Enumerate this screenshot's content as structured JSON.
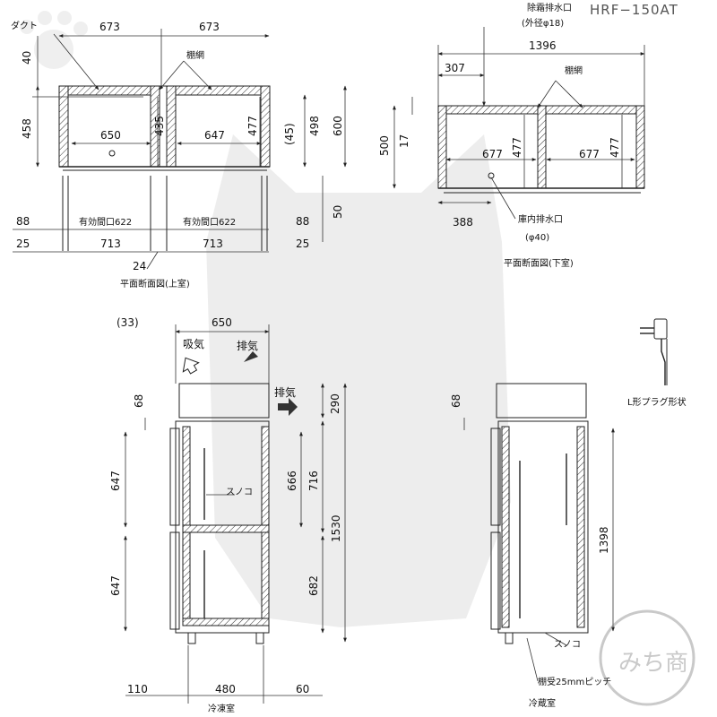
{
  "model": "HRF−150AT",
  "top_plan_upper": {
    "caption": "平面断面図(上室)",
    "duct": "ダクト",
    "shelf_net": "棚網",
    "dims": {
      "w_left": "673",
      "w_right": "673",
      "d40": "40",
      "d458": "458",
      "inner_l": "650",
      "inner_r": "647",
      "h435": "435",
      "h477": "477",
      "d498": "498",
      "d600": "600",
      "d45": "(45)",
      "d50": "50",
      "d88l": "88",
      "d88r": "88",
      "open_l": "有効間口622",
      "open_r": "有効間口622",
      "d25l": "25",
      "d25r": "25",
      "w713l": "713",
      "w713r": "713",
      "d24": "24"
    }
  },
  "top_plan_lower": {
    "caption": "平面断面図(下室)",
    "drain_top": "除霜排水口",
    "drain_top_dia": "(外径φ18)",
    "drain_in": "庫内排水口",
    "drain_in_dia": "(φ40)",
    "shelf_net": "棚網",
    "dims": {
      "total": "1396",
      "d307": "307",
      "d500": "500",
      "d17": "17",
      "w677l": "677",
      "w677r": "677",
      "h477l": "477",
      "h477r": "477",
      "d388": "388"
    }
  },
  "side_freezer": {
    "caption": "冷凍室",
    "intake": "吸気",
    "exhaust": "排気",
    "exhaust_side": "排気",
    "sunoko": "スノコ",
    "dims": {
      "d33": "(33)",
      "d650": "650",
      "d68": "68",
      "d290": "290",
      "d647a": "647",
      "d647b": "647",
      "d666": "666",
      "d716": "716",
      "d682": "682",
      "d1530": "1530",
      "d110": "110",
      "d480": "480",
      "d60": "60"
    }
  },
  "side_fridge": {
    "caption": "冷蔵室",
    "sunoko": "スノコ",
    "shelf_pitch": "棚受25mmピッチ",
    "dims": {
      "d68": "68",
      "d1398": "1398"
    }
  },
  "plug": {
    "label": "L形プラグ形状"
  },
  "stamp": {
    "text": "みち商"
  }
}
